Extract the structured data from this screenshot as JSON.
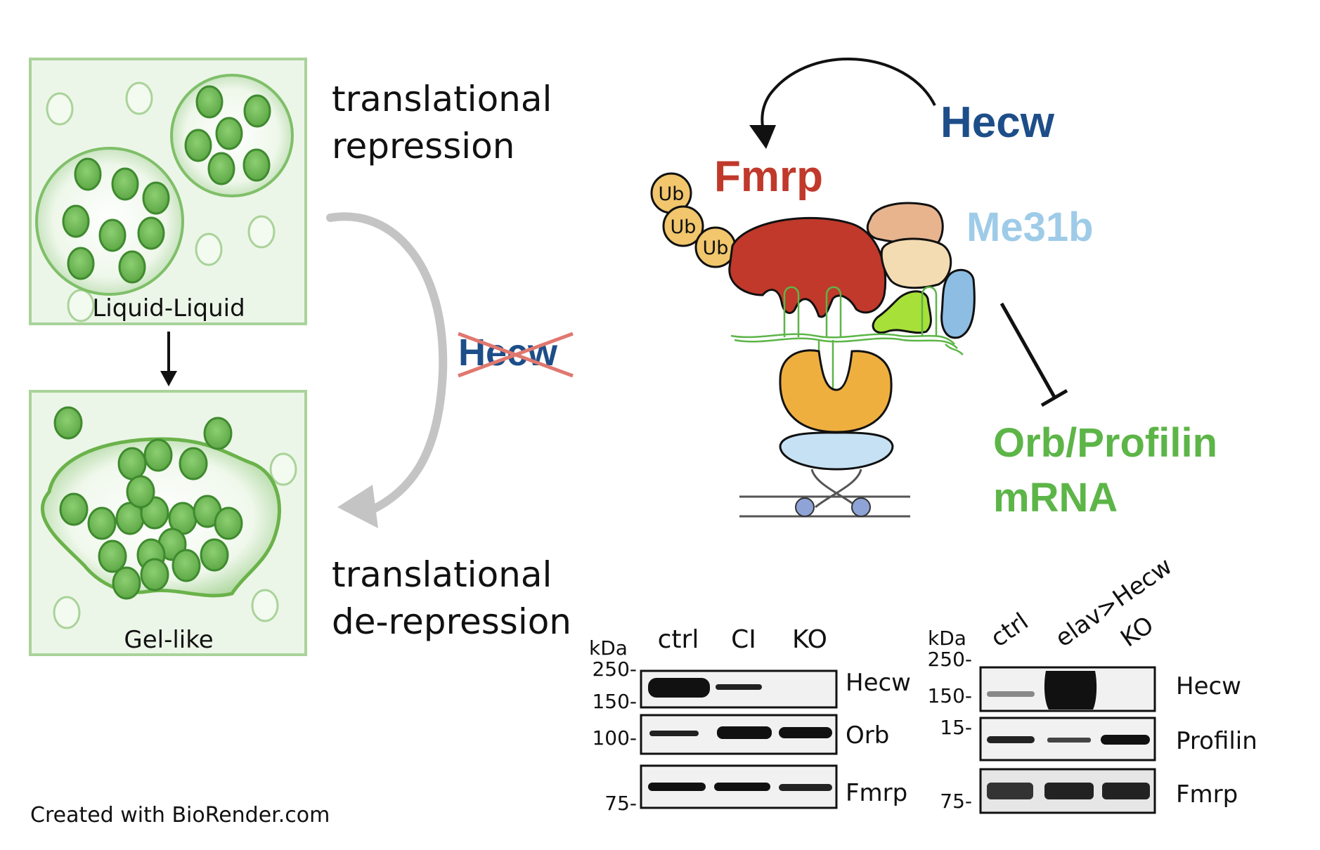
{
  "panel_top": {
    "label": "Liquid-Liquid"
  },
  "panel_bottom": {
    "label": "Gel-like"
  },
  "process": {
    "top_line1": "translational",
    "top_line2": "repression",
    "bottom_line1": "translational",
    "bottom_line2": "de-repression",
    "crossed_label": "Hecw"
  },
  "complex": {
    "hecw_label": "Hecw",
    "fmrp_label": "Fmrp",
    "me31b_label": "Me31b",
    "target_line1": "Orb/Profilin",
    "target_line2": "mRNA",
    "ub_tags": [
      "Ub",
      "Ub",
      "Ub"
    ]
  },
  "blot_left": {
    "kda": "kDa",
    "lanes": [
      "ctrl",
      "CI",
      "KO"
    ],
    "markers": [
      "250-",
      "150-",
      "100-",
      "75-"
    ],
    "rows": [
      "Hecw",
      "Orb",
      "Fmrp"
    ]
  },
  "blot_right": {
    "kda": "kDa",
    "lanes": [
      "ctrl",
      "elav>Hecw",
      "KO"
    ],
    "markers": [
      "250-",
      "150-",
      "15-",
      "75-"
    ],
    "rows": [
      "Hecw",
      "Profilin",
      "Fmrp"
    ]
  },
  "footer": {
    "credit": "Created with BioRender.com"
  },
  "colors": {
    "green": "#6ab24a",
    "green_dark": "#3f8a2f",
    "navy": "#1d4e89",
    "red": "#c0392b",
    "light_blue": "#9ecbe8",
    "gray_arrow": "#c4c4c4"
  }
}
